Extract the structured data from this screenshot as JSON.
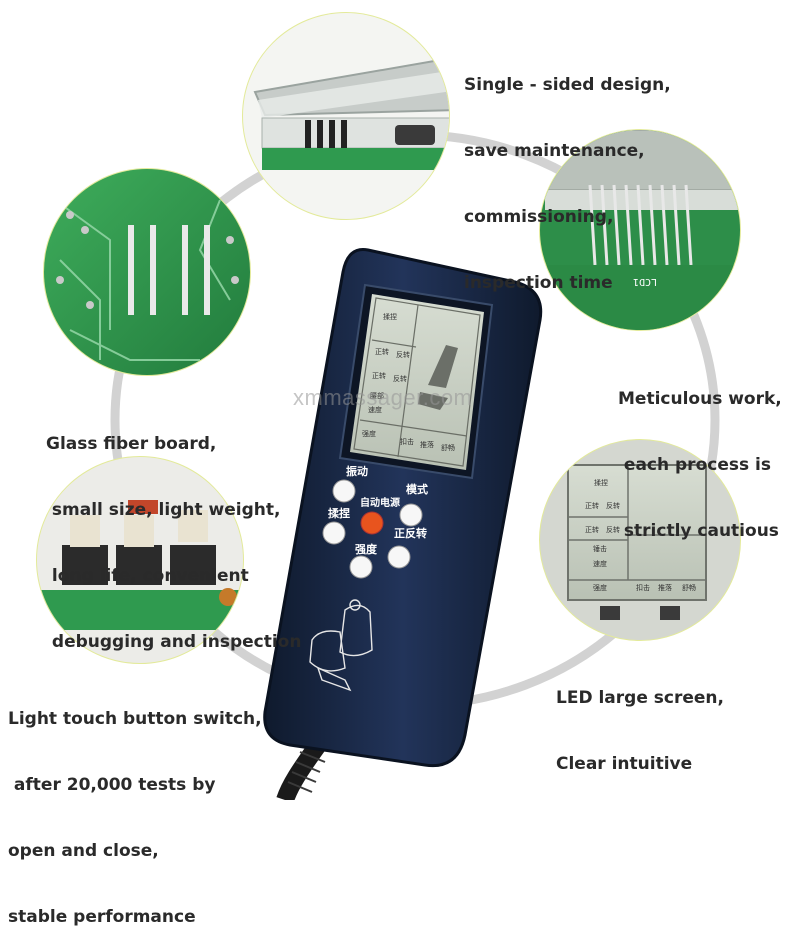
{
  "captions": {
    "single_sided": [
      "Single - sided design,",
      "save maintenance,",
      "commissioning,",
      "inspection time"
    ],
    "meticulous": [
      "Meticulous work,",
      " each process is",
      " strictly cautious"
    ],
    "glass_fiber": [
      "Glass fiber board,",
      " small size, light weight,",
      " long life, convenient",
      " debugging and inspection"
    ],
    "led_screen": [
      "LED large screen,",
      "Clear intuitive"
    ],
    "light_touch": [
      "Light touch button switch,",
      " after 20,000 tests by",
      "open and close,",
      "stable performance"
    ]
  },
  "watermark": "xmmassager.com",
  "remote": {
    "buttons": {
      "vibrate": "振动",
      "mode": "模式",
      "power": "自动电源",
      "knead": "揉捏",
      "forward_reverse": "正反转",
      "intensity": "强度"
    },
    "lcd": {
      "knead": "揉捏",
      "forward": "正转",
      "reverse": "反转",
      "waist": "腰部",
      "speed": "速度",
      "intensity": "强度",
      "tap": "扣击",
      "push": "推落",
      "comfort": "舒畅"
    }
  },
  "screen_detail": {
    "knead": "揉捏",
    "forward": "正转",
    "reverse": "反转",
    "waist": "锤击",
    "speed": "速度",
    "intensity": "强度",
    "tap": "扣击",
    "push": "推落",
    "comfort": "舒畅"
  },
  "pcb_marking": "LCD1",
  "colors": {
    "remote_body": "#1b2a44",
    "lcd": "#c9d0c4",
    "pcb_green": "#2f9a4f",
    "orange_button": "#e8541e",
    "ring": "#cfcfcf"
  }
}
